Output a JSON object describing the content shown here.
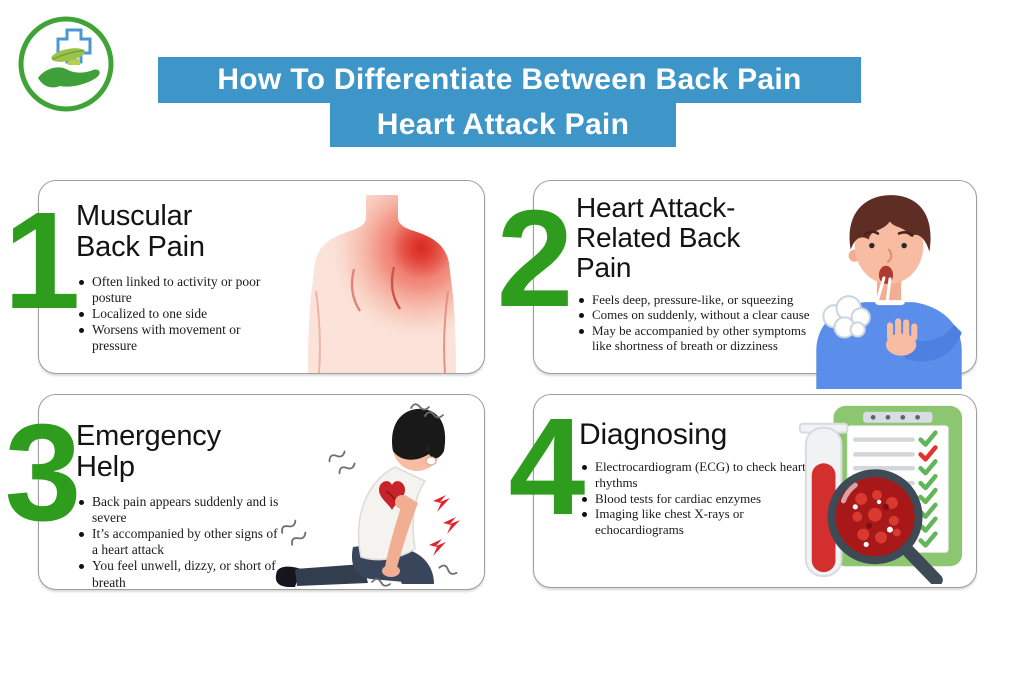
{
  "logo": {
    "name": "hand-holding-medical-cross"
  },
  "header": {
    "title_line1": "How To Differentiate Between Back Pain",
    "title_line2": "Heart Attack Pain"
  },
  "colors": {
    "banner_blue": "#3E96C8",
    "accent_green": "#2E9D1E",
    "card_border": "#9E9E9E",
    "pain_red": "#E8453C",
    "sweater_blue": "#5B8DEB",
    "clipboard_green": "#8CC671",
    "blood_red": "#D32F2F",
    "check_green": "#62B55A",
    "check_red": "#E0332C"
  },
  "cards": [
    {
      "number": "1",
      "title": "Muscular Back Pain",
      "title_lines": [
        "Muscular",
        "Back Pain"
      ],
      "bullets": [
        "Often linked to activity or poor posture",
        "Localized to one side",
        "Worsens with movement or pressure"
      ],
      "illustration": "upper-back-pain-heatmap"
    },
    {
      "number": "2",
      "title": "Heart Attack-Related Back Pain",
      "title_lines": [
        "Heart Attack-",
        "Related Back",
        "Pain"
      ],
      "bullets": [
        "Feels deep, pressure-like, or squeezing",
        "Comes on suddenly, without a clear cause",
        "May be accompanied by other symptoms like shortness of breath or dizziness"
      ],
      "illustration": "man-coughing-chest-discomfort"
    },
    {
      "number": "3",
      "title": "Emergency Help",
      "title_lines": [
        "Emergency",
        "Help"
      ],
      "bullets": [
        "Back pain appears suddenly and is severe",
        "It’s accompanied by other signs of a heart attack",
        "You feel unwell, dizzy, or short of breath"
      ],
      "illustration": "kneeling-man-heart-attack"
    },
    {
      "number": "4",
      "title": "Diagnosing",
      "title_lines": [
        "Diagnosing"
      ],
      "bullets": [
        "Electrocardiogram (ECG) to check heart rhythms",
        "Blood tests for cardiac enzymes",
        "Imaging like chest X-rays or echocardiograms"
      ],
      "illustration": "blood-test-checklist-magnifier"
    }
  ]
}
